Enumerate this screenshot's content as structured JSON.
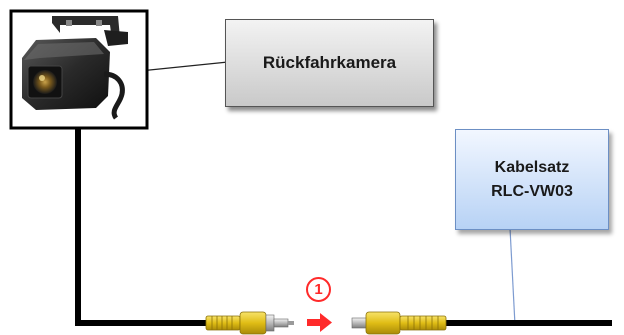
{
  "labels": {
    "camera": "Rückfahrkamera",
    "cable_set_line1": "Kabelsatz",
    "cable_set_line2": "RLC-VW03"
  },
  "step": {
    "number": "1"
  },
  "colors": {
    "cable": "#000000",
    "connector": "#e8c81e",
    "arrow": "#ff2a2a",
    "camera_box": "#d8d8d8",
    "cable_box": "#cfe0f8"
  },
  "icons": {
    "camera": "rear-camera-photo",
    "arrow": "right-arrow-icon"
  }
}
